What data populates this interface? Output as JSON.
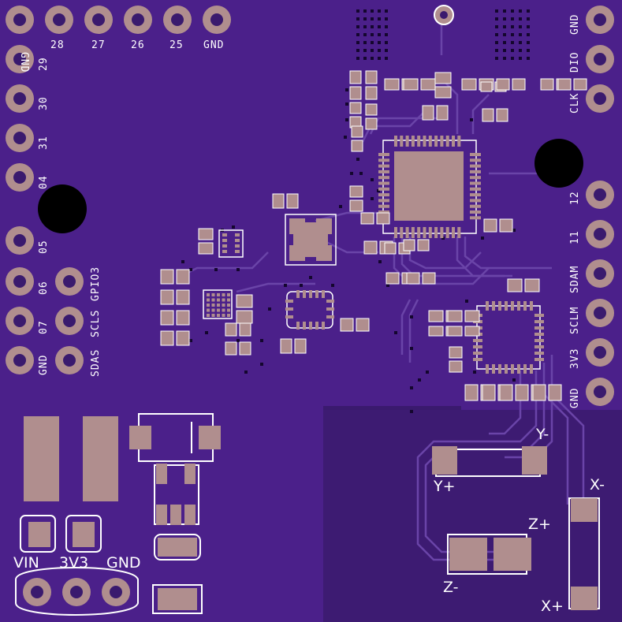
{
  "colors": {
    "board": "#3a1a6e",
    "copper": "#4b208a",
    "trace": "#7a55b8",
    "pad": "#b08e8e",
    "silk": "#ffffff",
    "hole": "#000000"
  },
  "top_header": {
    "labels": [
      "GND",
      "28",
      "27",
      "26",
      "25",
      "GND"
    ]
  },
  "left_header": {
    "labels": [
      "29",
      "30",
      "31",
      "04",
      "05",
      "06",
      "07",
      "GND"
    ]
  },
  "right_header": {
    "labels": [
      "GND",
      "DIO",
      "CLK",
      "12",
      "11",
      "SDAM",
      "SCLM",
      "3V3",
      "GND"
    ]
  },
  "i2c_labels": {
    "sdas": "SDAS",
    "scls": "SCLS",
    "gpio3": "GPIO3"
  },
  "power_header": {
    "labels": [
      "VIN",
      "3V3",
      "GND"
    ]
  },
  "coil_labels": {
    "y_minus": "Y-",
    "y_plus": "Y+",
    "x_minus": "X-",
    "x_plus": "X+",
    "z_plus": "Z+",
    "z_minus": "Z-"
  }
}
